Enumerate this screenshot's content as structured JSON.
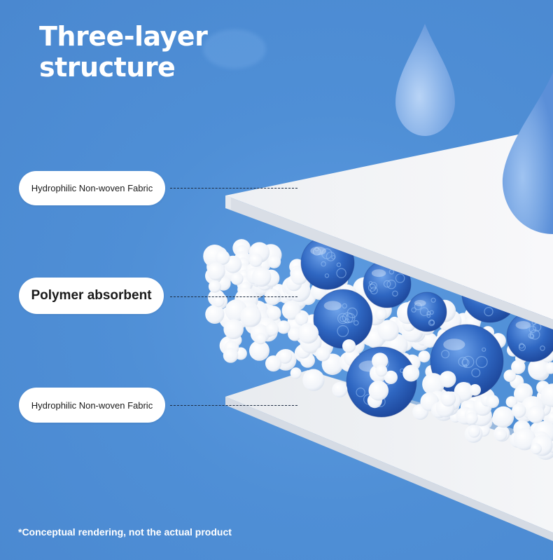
{
  "title": {
    "line1": "Three-layer",
    "line2": "structure"
  },
  "layers": [
    {
      "label": "Hydrophilic Non-woven Fabric"
    },
    {
      "label": "Polymer absorbent"
    },
    {
      "label": "Hydrophilic Non-woven Fabric"
    }
  ],
  "icons": [
    "water-drop-icon",
    "water-drop-icon"
  ],
  "colors": {
    "background": "#4f8fd6",
    "fabric": "#f4f5f7",
    "beads": "#ffffff",
    "polymer": "#2f63b8",
    "drop": "#8fb7ea"
  },
  "disclaimer": "*Conceptual rendering, not the actual product"
}
